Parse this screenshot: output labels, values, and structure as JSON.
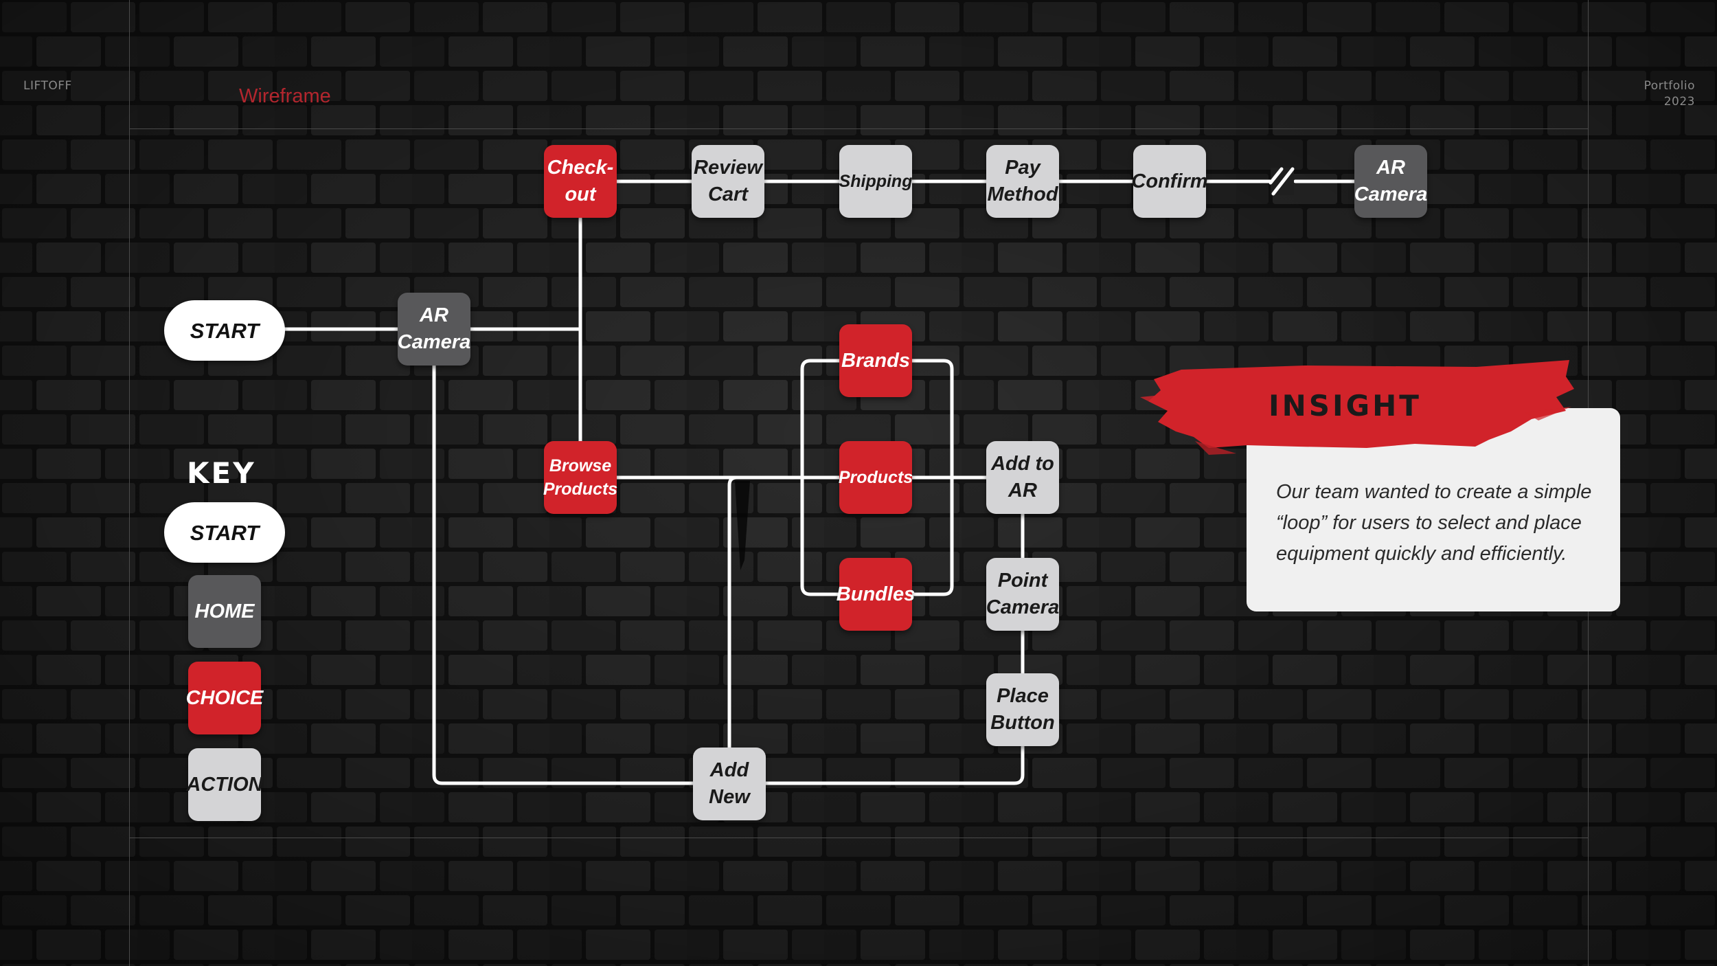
{
  "header": {
    "brand": "LIFTOFF",
    "section": "Wireframe",
    "portfolio_label": "Portfolio",
    "portfolio_year": "2023"
  },
  "flow": {
    "checkout": "Check-\nout",
    "review_cart": "Review\nCart",
    "shipping": "Shipping",
    "pay_method": "Pay\nMethod",
    "confirm": "Confirm",
    "ar_camera_end": "AR\nCamera",
    "start": "START",
    "ar_camera_home": "AR\nCamera",
    "browse_products": "Browse\nProducts",
    "brands": "Brands",
    "products": "Products",
    "bundles": "Bundles",
    "add_to_ar": "Add to\nAR",
    "point_camera": "Point\nCamera",
    "place_button": "Place\nButton",
    "add_new": "Add\nNew"
  },
  "key": {
    "title": "KEY",
    "start": "START",
    "home": "HOME",
    "choice": "CHOICE",
    "action": "ACTION"
  },
  "insight": {
    "title": "INSIGHT",
    "body": "Our team wanted to create a simple “loop” for users to select and place equipment quickly and efficiently."
  },
  "colors": {
    "choice": "#d1232a",
    "home": "#58585a",
    "action": "#d4d4d6",
    "start": "#ffffff",
    "accent_text": "#b3262e"
  }
}
